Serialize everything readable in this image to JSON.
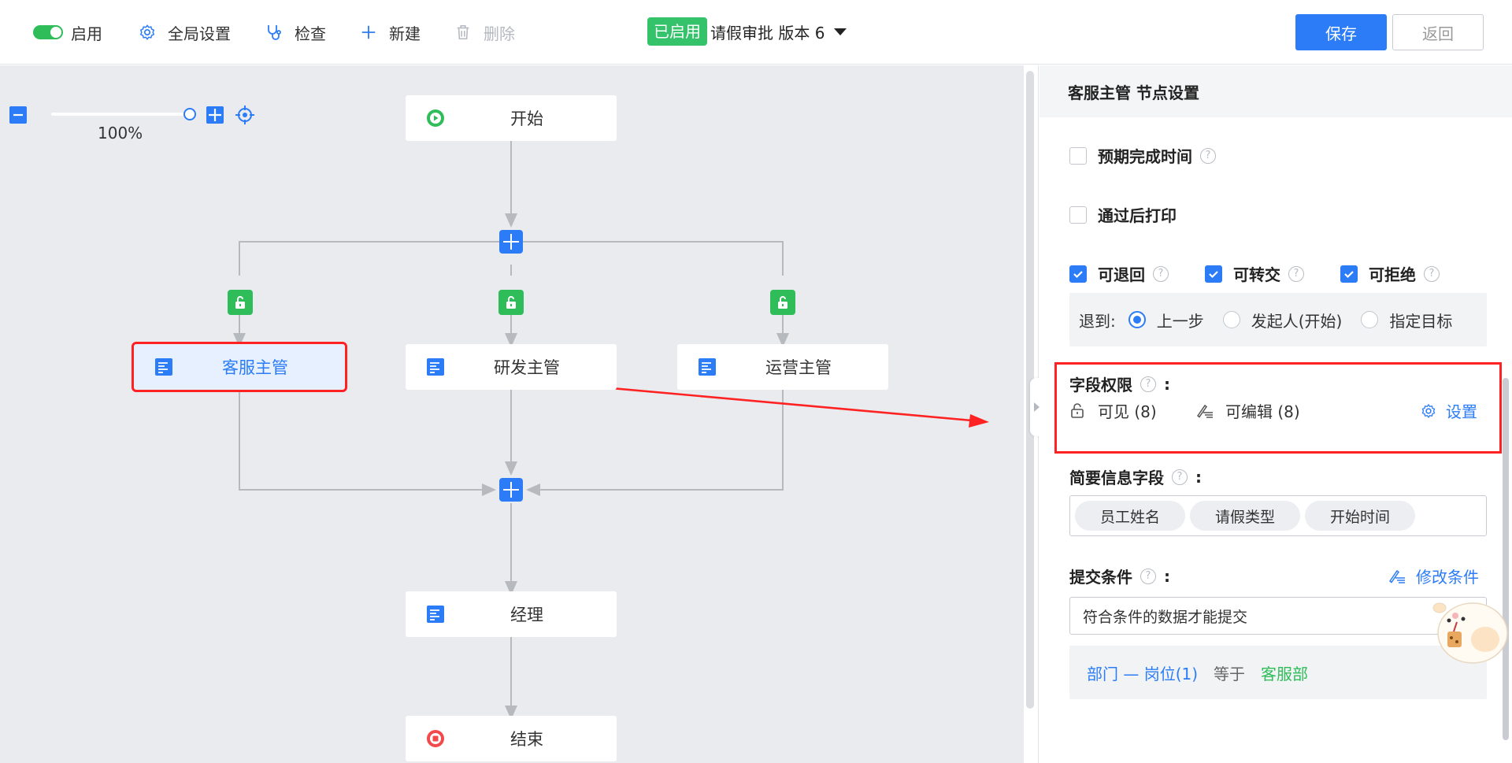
{
  "toolbar": {
    "enable_label": "启用",
    "global_settings_label": "全局设置",
    "check_label": "检查",
    "new_label": "新建",
    "delete_label": "删除",
    "status_badge": "已启用",
    "version_title": "请假审批 版本 6",
    "save_label": "保存",
    "back_label": "返回"
  },
  "canvas": {
    "zoom_level": "100%",
    "nodes": {
      "start": "开始",
      "cs_manager": "客服主管",
      "rd_manager": "研发主管",
      "ops_manager": "运营主管",
      "manager": "经理",
      "end": "结束"
    }
  },
  "panel": {
    "title": "客服主管 节点设置",
    "expected_time_label": "预期完成时间",
    "print_after_label": "通过后打印",
    "can_return_label": "可退回",
    "can_transfer_label": "可转交",
    "can_reject_label": "可拒绝",
    "return_to_label": "退到:",
    "return_options": [
      "上一步",
      "发起人(开始)",
      "指定目标"
    ],
    "field_perm_label": "字段权限",
    "visible_label": "可见 (8)",
    "editable_label": "可编辑 (8)",
    "settings_link": "设置",
    "summary_label": "简要信息字段",
    "summary_tags": [
      "员工姓名",
      "请假类型",
      "开始时间"
    ],
    "submit_cond_label": "提交条件",
    "edit_cond_link": "修改条件",
    "cond_input": "符合条件的数据才能提交",
    "cond_field": "部门 — 岗位(1)",
    "cond_op": "等于",
    "cond_value": "客服部"
  },
  "colors": {
    "accent": "#2b7cf6",
    "success": "#2ebd59",
    "danger": "#ff2a2a"
  }
}
